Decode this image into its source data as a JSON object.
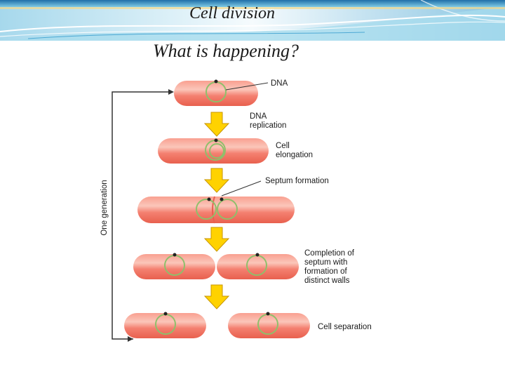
{
  "slide": {
    "title": "Cell division",
    "subtitle": "What is happening?"
  },
  "colors": {
    "banner_top": "#2a7ab8",
    "banner_wave": "#9fd6ea",
    "cell_fill": "#f47a6a",
    "cell_highlight": "#fbc3b8",
    "dna_ring": "#8fbf6a",
    "arrow_yellow": "#ffd200",
    "arrow_outline": "#d8a400"
  },
  "diagram": {
    "side_label": "One generation",
    "labels": {
      "dna": "DNA",
      "dna_replication_1": "DNA",
      "dna_replication_2": "replication",
      "cell_elongation_1": "Cell",
      "cell_elongation_2": "elongation",
      "septum_formation": "Septum formation",
      "completion_1": "Completion of",
      "completion_2": "septum with",
      "completion_3": "formation of",
      "completion_4": "distinct walls",
      "cell_separation": "Cell separation"
    }
  }
}
